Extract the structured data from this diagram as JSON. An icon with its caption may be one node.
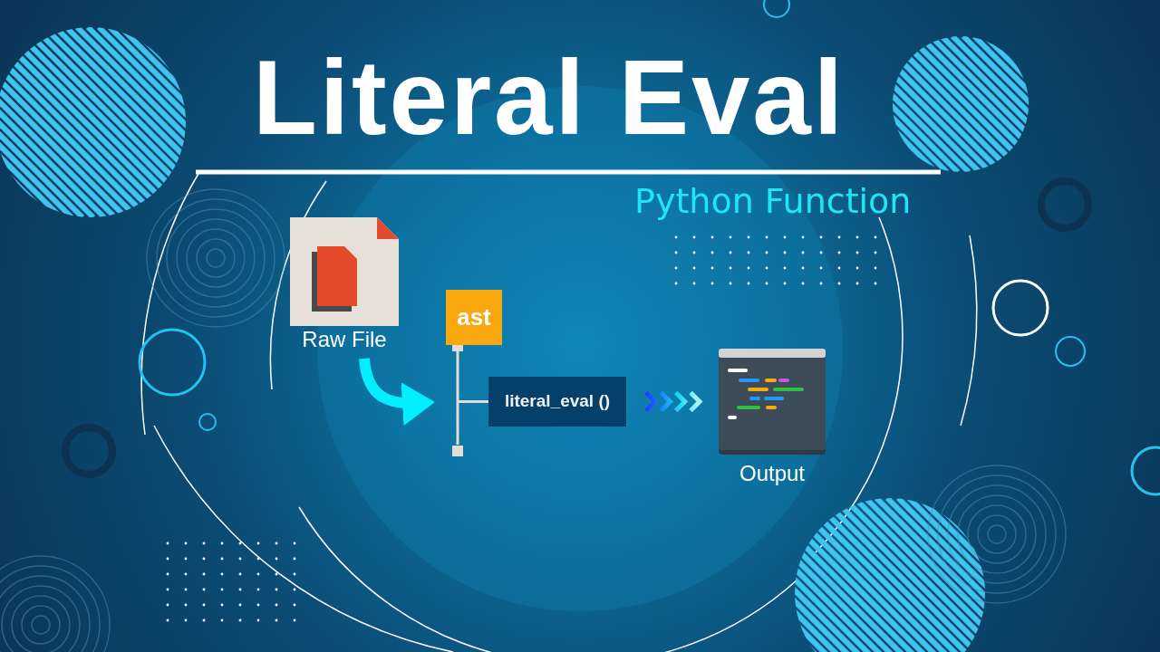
{
  "diagram": {
    "title": "Literal Eval",
    "nodes": [
      {
        "text": [
          "Raw File"
        ]
      },
      {
        "text": [
          "ast"
        ]
      },
      {
        "text": [
          "literal_eval ()"
        ]
      },
      {
        "text": [
          "Output"
        ]
      }
    ],
    "edges": [
      {
        "from": 0,
        "to": null,
        "arrow": "to",
        "style": "thick",
        "color": "#00f0ff"
      },
      {
        "from": 1,
        "to": 2,
        "arrow": "other",
        "color": "#e2ddd6"
      },
      {
        "from": 2,
        "to": 3,
        "arrow": "to"
      }
    ],
    "labels": [
      "Python Function"
    ]
  }
}
